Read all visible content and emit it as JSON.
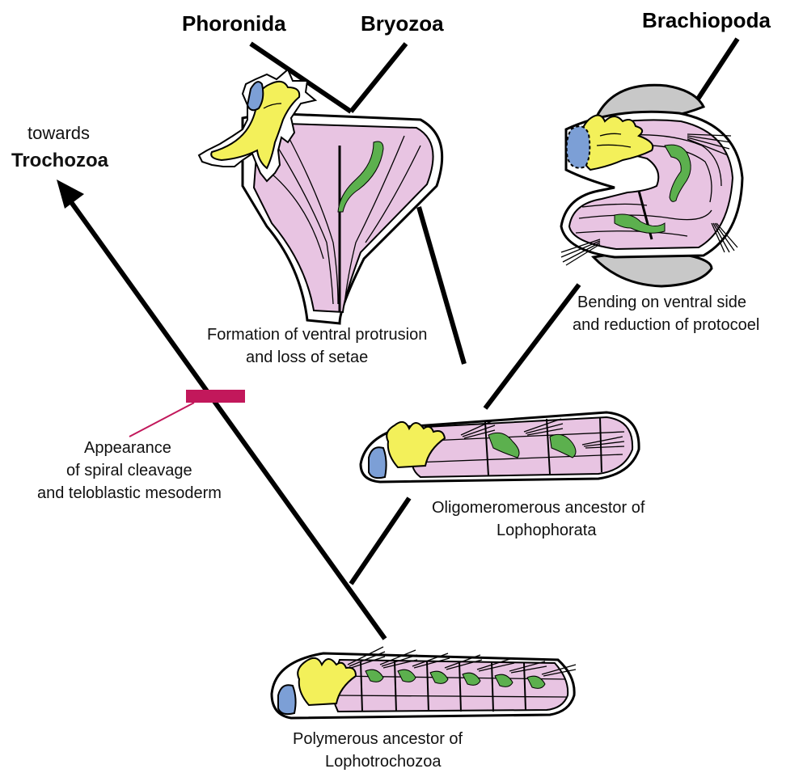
{
  "taxa": {
    "phoronida": "Phoronida",
    "bryozoa": "Bryozoa",
    "brachiopoda": "Brachiopoda",
    "towards": "towards",
    "trochozoa": "Trochozoa"
  },
  "captions": {
    "ventral_protrusion_1": "Formation of ventral protrusion",
    "ventral_protrusion_2": "and loss of setae",
    "bending_1": "Bending on ventral side",
    "bending_2": "and reduction of protocoel",
    "spiral_1": "Appearance",
    "spiral_2": "of spiral cleavage",
    "spiral_3": "and teloblastic mesoderm",
    "oligomerous_1": "Oligomeromerous ancestor of",
    "oligomerous_2": "Lophophorata",
    "polymerous_1": "Polymerous ancestor of",
    "polymerous_2": "Lophotrochozoa"
  },
  "colors": {
    "body": "#e8c4e2",
    "lophophore": "#f3f05a",
    "gut": "#5cb04e",
    "protocoel": "#7c9fd6",
    "shell": "#c8c8c8",
    "synapomorphy_bar": "#c2185b"
  }
}
